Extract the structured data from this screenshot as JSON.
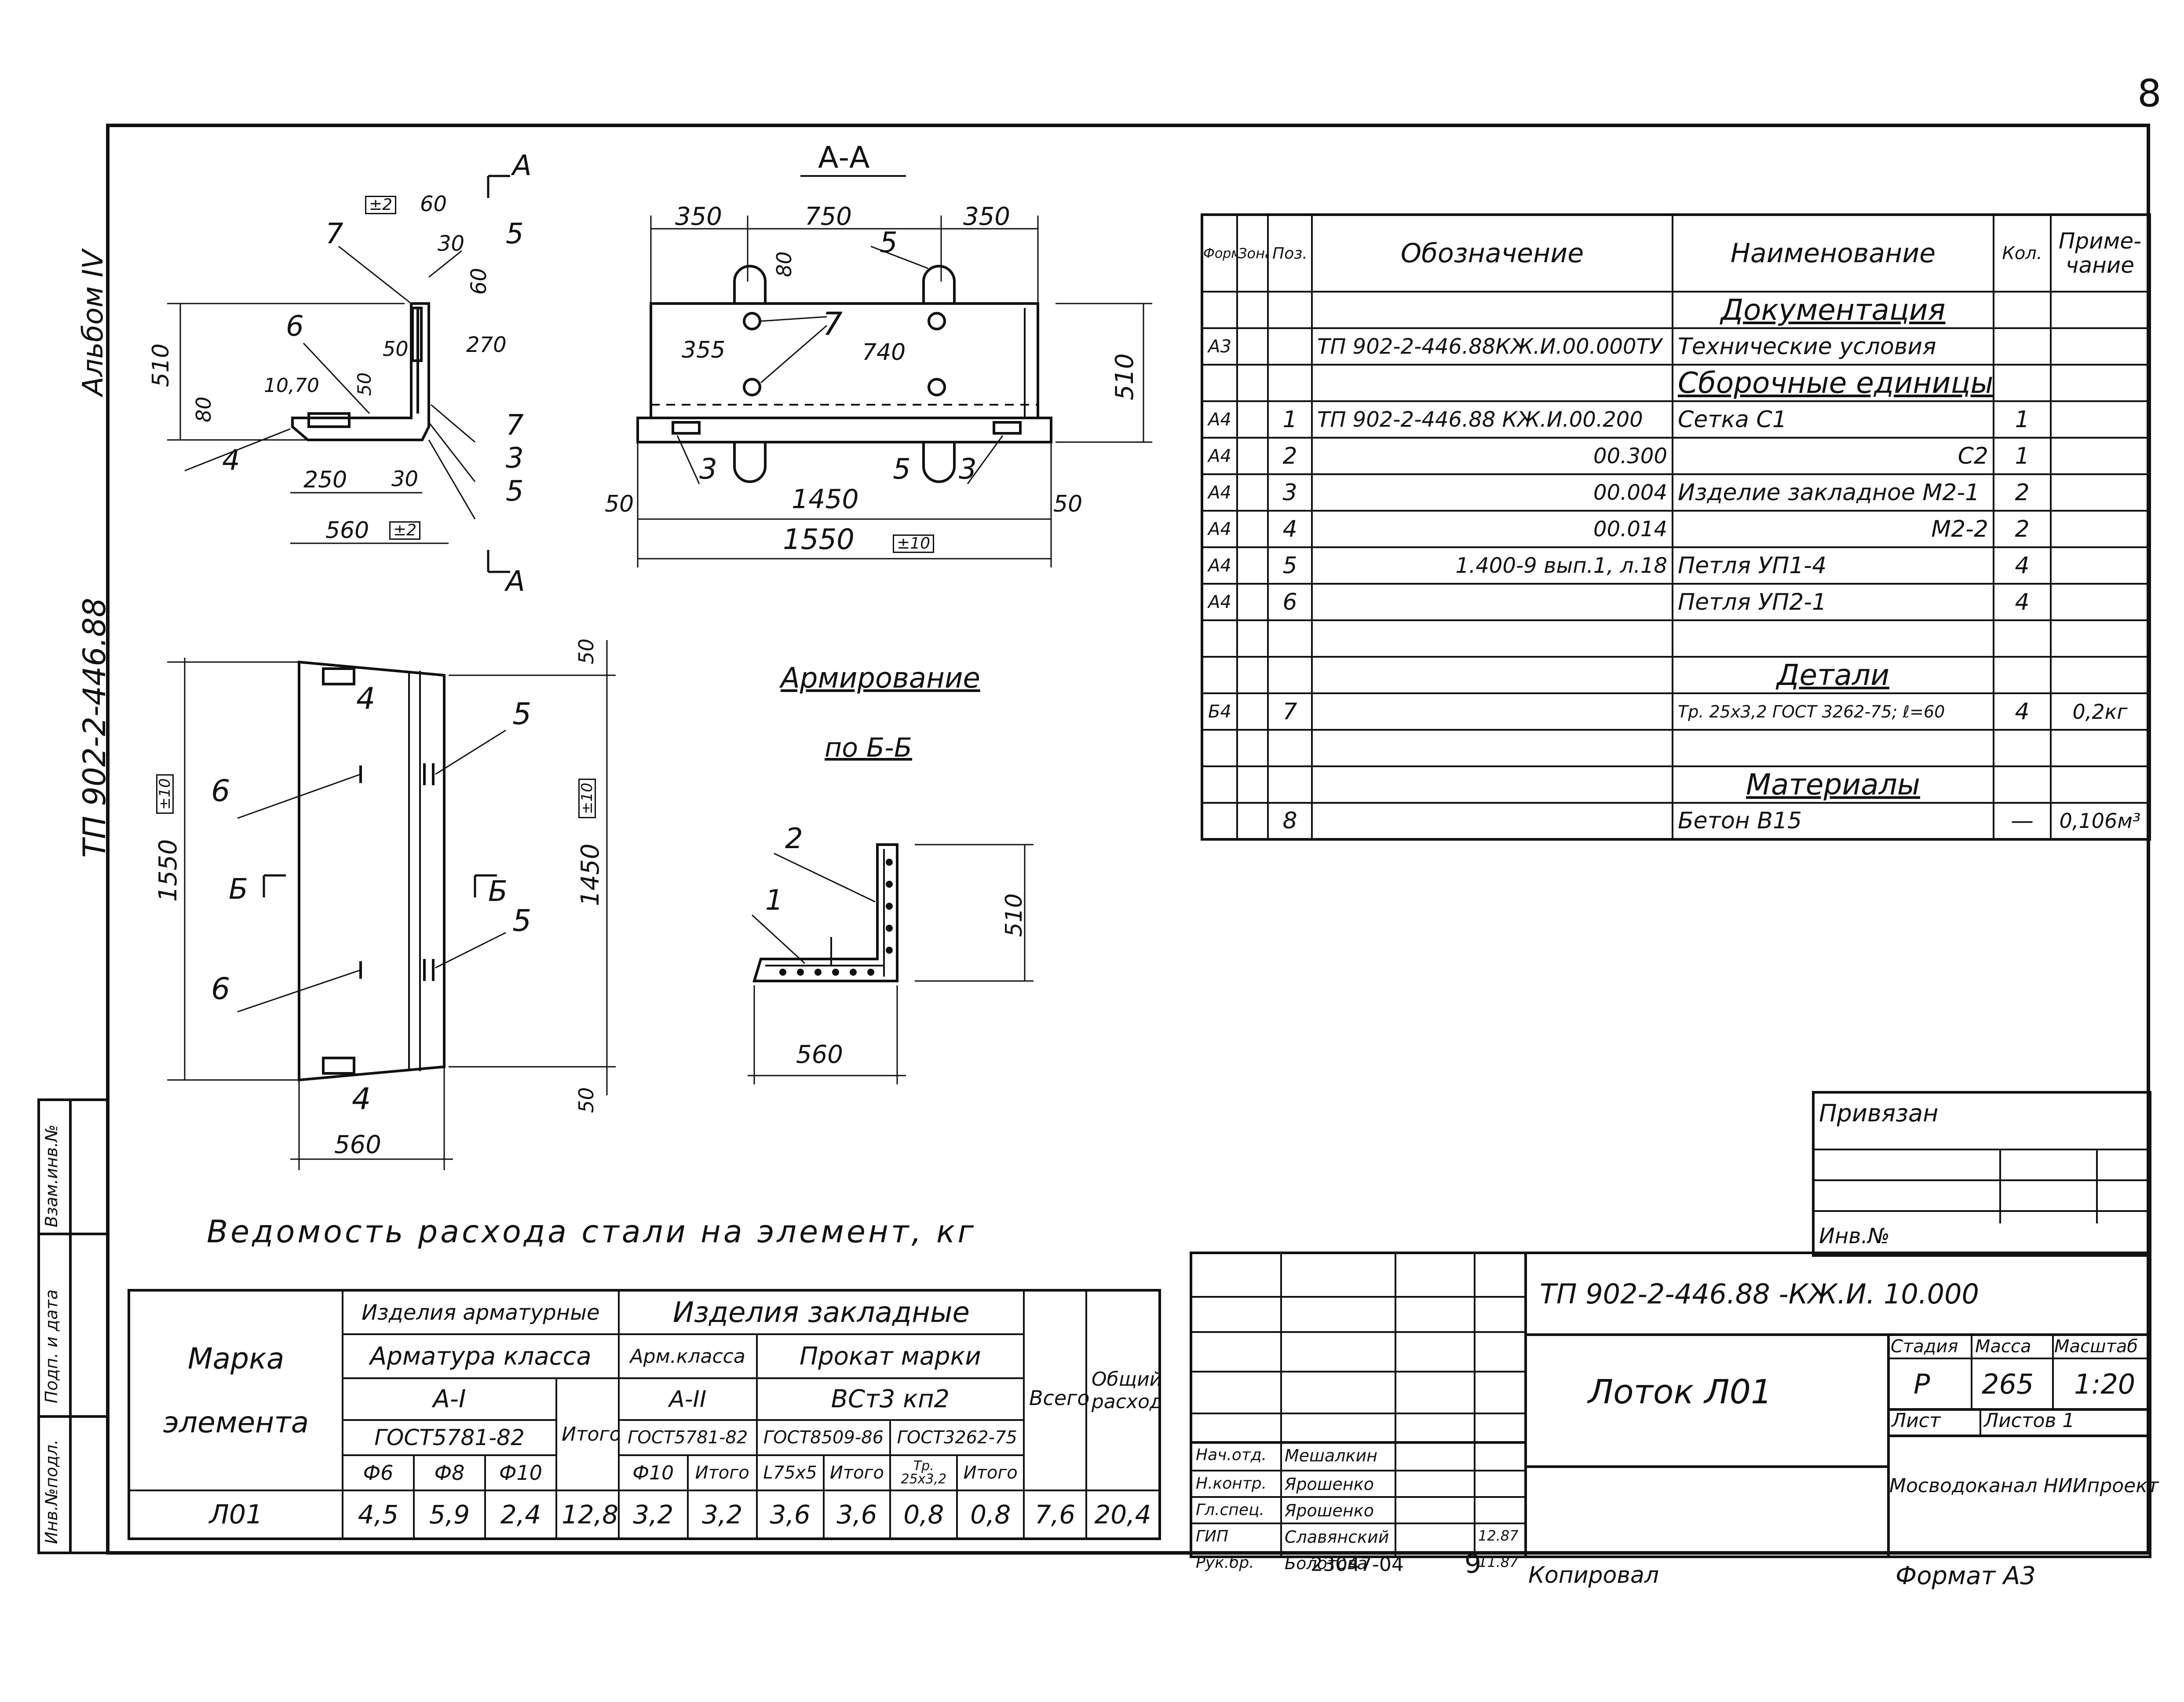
{
  "page_number": "8",
  "album": "Альбом IV",
  "project_code_vertical": "ТП 902-2-446.88",
  "margin_stamp": [
    "Инв.№подл.",
    "Подп. и дата",
    "Взам.инв.№"
  ],
  "drawings": {
    "section_label": "А",
    "section_aa_title": "А-А",
    "armirovanie_title": "Армирование",
    "armirovanie_subtitle": "по Б-Б",
    "section_bb_label": "Б",
    "profile": {
      "tol": "±2",
      "dims": [
        "60",
        "30",
        "60",
        "270",
        "50",
        "50",
        "10,70",
        "80",
        "510",
        "250",
        "30",
        "560"
      ],
      "positions": [
        "7",
        "5",
        "6",
        "7",
        "3",
        "5",
        "4"
      ]
    },
    "elevation": {
      "dims_top": [
        "350",
        "750",
        "350"
      ],
      "dims": [
        "80",
        "355",
        "740",
        "510",
        "50",
        "1450",
        "50",
        "1550"
      ],
      "tol": "±10",
      "positions": [
        "5",
        "7",
        "3",
        "5",
        "3"
      ]
    },
    "plan": {
      "dims": [
        "50",
        "50",
        "1550",
        "1450",
        "560"
      ],
      "tol": "±10",
      "positions": [
        "4",
        "5",
        "6",
        "5",
        "6",
        "4"
      ]
    },
    "reinf": {
      "dims": [
        "510",
        "560"
      ],
      "positions": [
        "2",
        "1"
      ]
    }
  },
  "spec": {
    "headers": [
      "Формат",
      "Зона",
      "Поз.",
      "Обозначение",
      "Наименование",
      "Кол.",
      "Приме-чание"
    ],
    "rows": [
      {
        "fmt": "",
        "zone": "",
        "pos": "",
        "code": "",
        "name": "Документация",
        "qty": "",
        "note": "",
        "section": true
      },
      {
        "fmt": "А3",
        "zone": "",
        "pos": "",
        "code": "ТП 902-2-446.88КЖ.И.00.000ТУ",
        "name": "Технические условия",
        "qty": "",
        "note": ""
      },
      {
        "fmt": "",
        "zone": "",
        "pos": "",
        "code": "",
        "name": "Сборочные единицы",
        "qty": "",
        "note": "",
        "section": true
      },
      {
        "fmt": "А4",
        "zone": "",
        "pos": "1",
        "code": "ТП 902-2-446.88 КЖ.И.00.200",
        "name": "Сетка          С1",
        "qty": "1",
        "note": ""
      },
      {
        "fmt": "А4",
        "zone": "",
        "pos": "2",
        "code": "00.300",
        "name": "С2",
        "qty": "1",
        "note": ""
      },
      {
        "fmt": "А4",
        "zone": "",
        "pos": "3",
        "code": "00.004",
        "name": "Изделие закладное М2-1",
        "qty": "2",
        "note": ""
      },
      {
        "fmt": "А4",
        "zone": "",
        "pos": "4",
        "code": "00.014",
        "name": "М2-2",
        "qty": "2",
        "note": ""
      },
      {
        "fmt": "А4",
        "zone": "",
        "pos": "5",
        "code": "1.400-9 вып.1, л.18",
        "name": "Петля  УП1-4",
        "qty": "4",
        "note": ""
      },
      {
        "fmt": "А4",
        "zone": "",
        "pos": "6",
        "code": "",
        "name": "Петля  УП2-1",
        "qty": "4",
        "note": ""
      },
      {
        "fmt": "",
        "zone": "",
        "pos": "",
        "code": "",
        "name": "",
        "qty": "",
        "note": ""
      },
      {
        "fmt": "",
        "zone": "",
        "pos": "",
        "code": "",
        "name": "Детали",
        "qty": "",
        "note": "",
        "section": true
      },
      {
        "fmt": "Б4",
        "zone": "",
        "pos": "7",
        "code": "",
        "name": "Тр. 25х3,2 ГОСТ 3262-75; ℓ=60",
        "qty": "4",
        "note": "0,2кг"
      },
      {
        "fmt": "",
        "zone": "",
        "pos": "",
        "code": "",
        "name": "",
        "qty": "",
        "note": ""
      },
      {
        "fmt": "",
        "zone": "",
        "pos": "",
        "code": "",
        "name": "Материалы",
        "qty": "",
        "note": "",
        "section": true
      },
      {
        "fmt": "",
        "zone": "",
        "pos": "8",
        "code": "",
        "name": "Бетон  В15",
        "qty": "—",
        "note": "0,106м³"
      }
    ]
  },
  "steel": {
    "title": "Ведомость расхода стали на элемент, кг",
    "h_marka": "Марка элемента",
    "h_arm": "Изделия арматурные",
    "h_zakl": "Изделия закладные",
    "h_arm_class": "Арматура класса",
    "h_arm_class2": "Арм.класса",
    "h_prokat": "Прокат марки",
    "h_a1": "А-I",
    "h_a2": "А-II",
    "h_vst": "ВСт3 кп2",
    "h_itogo": "Итого",
    "h_vsego": "Всего",
    "h_total": "Общий расход",
    "h_gost1": "ГОСТ5781-82",
    "h_gost2": "ГОСТ5781-82",
    "h_gost3": "ГОСТ8509-86",
    "h_gost4": "ГОСТ3262-75",
    "h_sizes": [
      "Ф6",
      "Ф8",
      "Ф10",
      "Ф10",
      "Итого",
      "L75х5",
      "Итого",
      "Тр. 25х3,2",
      "Итого"
    ],
    "row": {
      "mark": "Л01",
      "v": [
        "4,5",
        "5,9",
        "2,4",
        "12,8",
        "3,2",
        "3,2",
        "3,6",
        "3,6",
        "0,8",
        "0,8",
        "7,6",
        "20,4"
      ]
    }
  },
  "title_block": {
    "privyazan": "Привязан",
    "inv_no": "Инв.№",
    "code": "ТП 902-2-446.88      -КЖ.И. 10.000",
    "name": "Лоток Л01",
    "stage_h": "Стадия",
    "mass_h": "Масса",
    "scale_h": "Масштаб",
    "stage": "Р",
    "mass": "265",
    "scale": "1:20",
    "sheet_h": "Лист",
    "sheets_h": "Листов 1",
    "org": "Мосводоканал НИИпроект",
    "people": [
      {
        "role": "Нач.отд.",
        "name": "Мешалкин",
        "date": ""
      },
      {
        "role": "Н.контр.",
        "name": "Ярошенко",
        "date": ""
      },
      {
        "role": "Гл.спец.",
        "name": "Ярошенко",
        "date": ""
      },
      {
        "role": "ГИП",
        "name": "Славянский",
        "date": "12.87"
      },
      {
        "role": "Рук.бр.",
        "name": "Болотова",
        "date": "11.87"
      }
    ]
  },
  "footer": {
    "order": "23047-04",
    "sheet": "9",
    "copied": "Копировал",
    "format": "Формат А3"
  }
}
